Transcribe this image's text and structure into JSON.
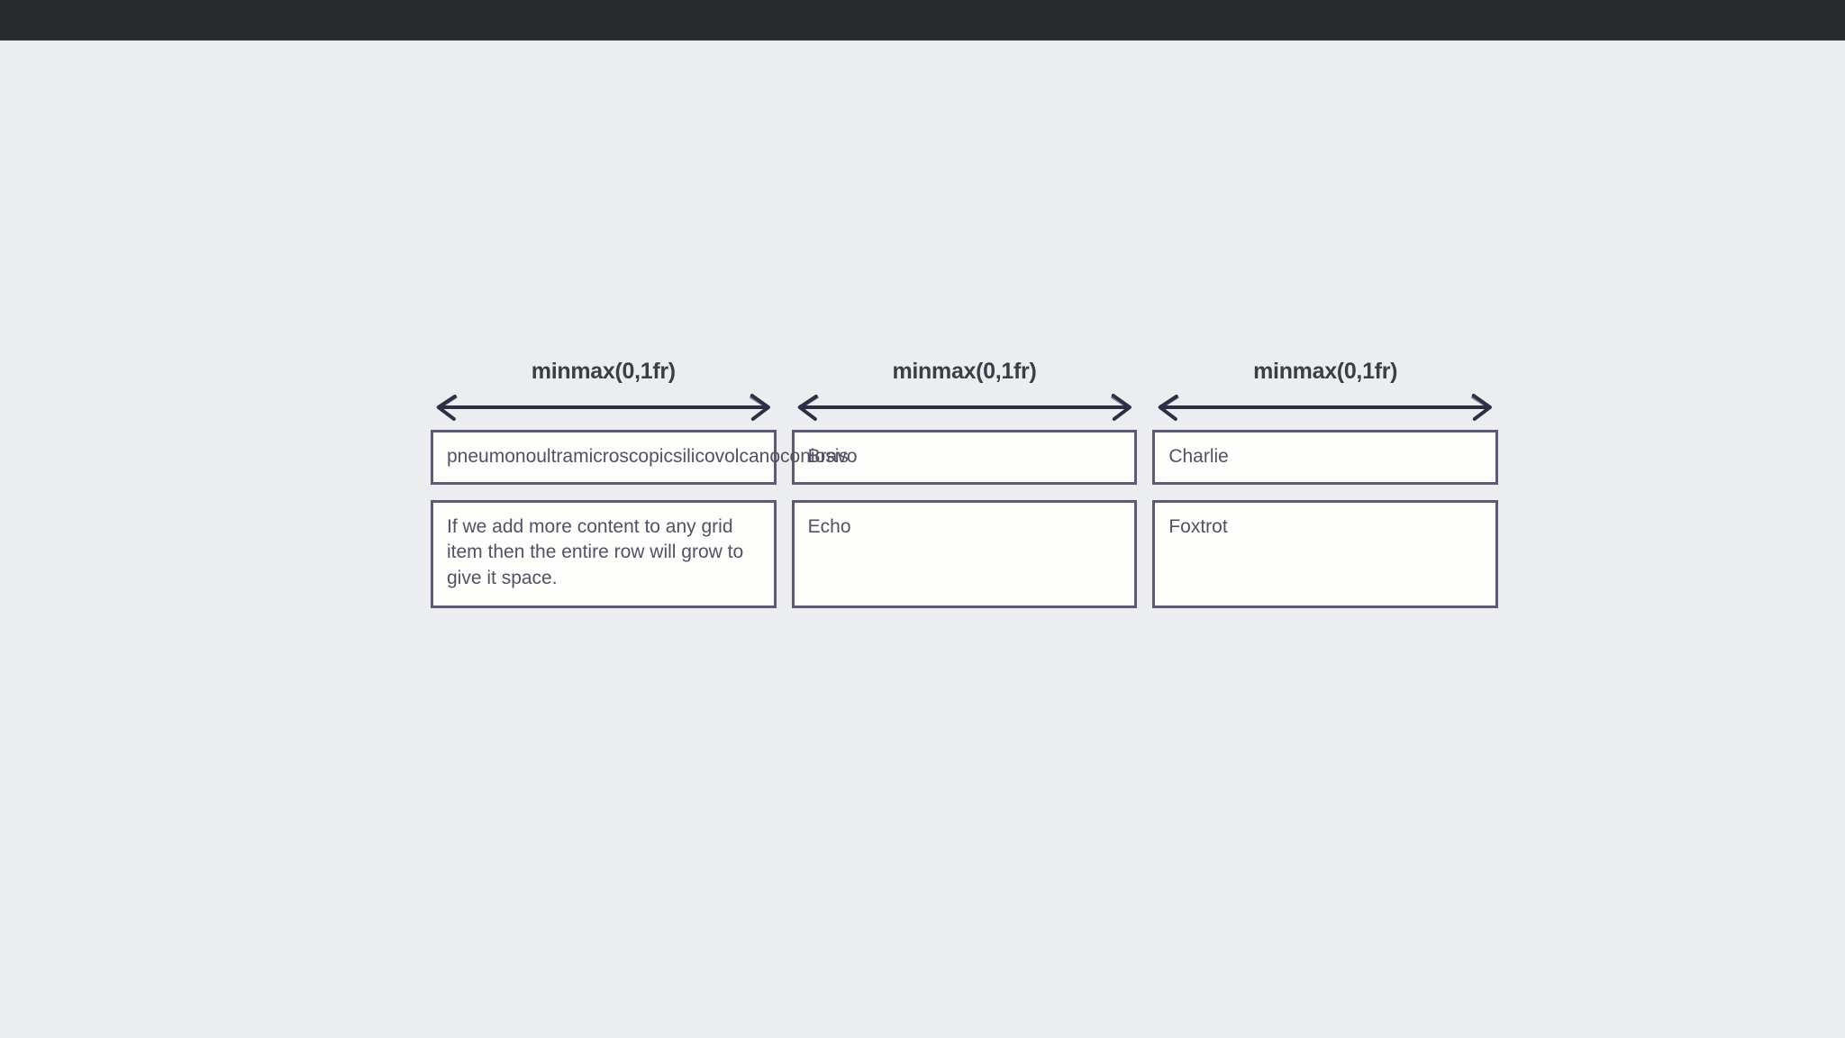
{
  "window": {
    "chrome_bar_color": "#282a2e",
    "page_background_color": "#ecedf1"
  },
  "theme": {
    "cell_border_color": "#5f5a74",
    "cell_background_color": "#fdfdfc",
    "cell_text_color": "#555063",
    "annotation_label_color": "#3b3f45",
    "annotation_arrow_color": "#2b3045"
  },
  "annotations": {
    "arrow_icon_name": "double-headed-arrow-icon",
    "columns": [
      {
        "label": "minmax(0,1fr)"
      },
      {
        "label": "minmax(0,1fr)"
      },
      {
        "label": "minmax(0,1fr)"
      }
    ]
  },
  "grid": {
    "columns": 3,
    "rows": 2,
    "cells": [
      {
        "text": "pneumonoultramicroscopicsilicovolcanoconiosis",
        "overflowing": true
      },
      {
        "text": "Bravo",
        "overflowing": false
      },
      {
        "text": "Charlie",
        "overflowing": false
      },
      {
        "text": "If we add more content to any grid item then the entire row will grow to give it space.",
        "overflowing": false
      },
      {
        "text": "Echo",
        "overflowing": false
      },
      {
        "text": "Foxtrot",
        "overflowing": false
      }
    ]
  }
}
